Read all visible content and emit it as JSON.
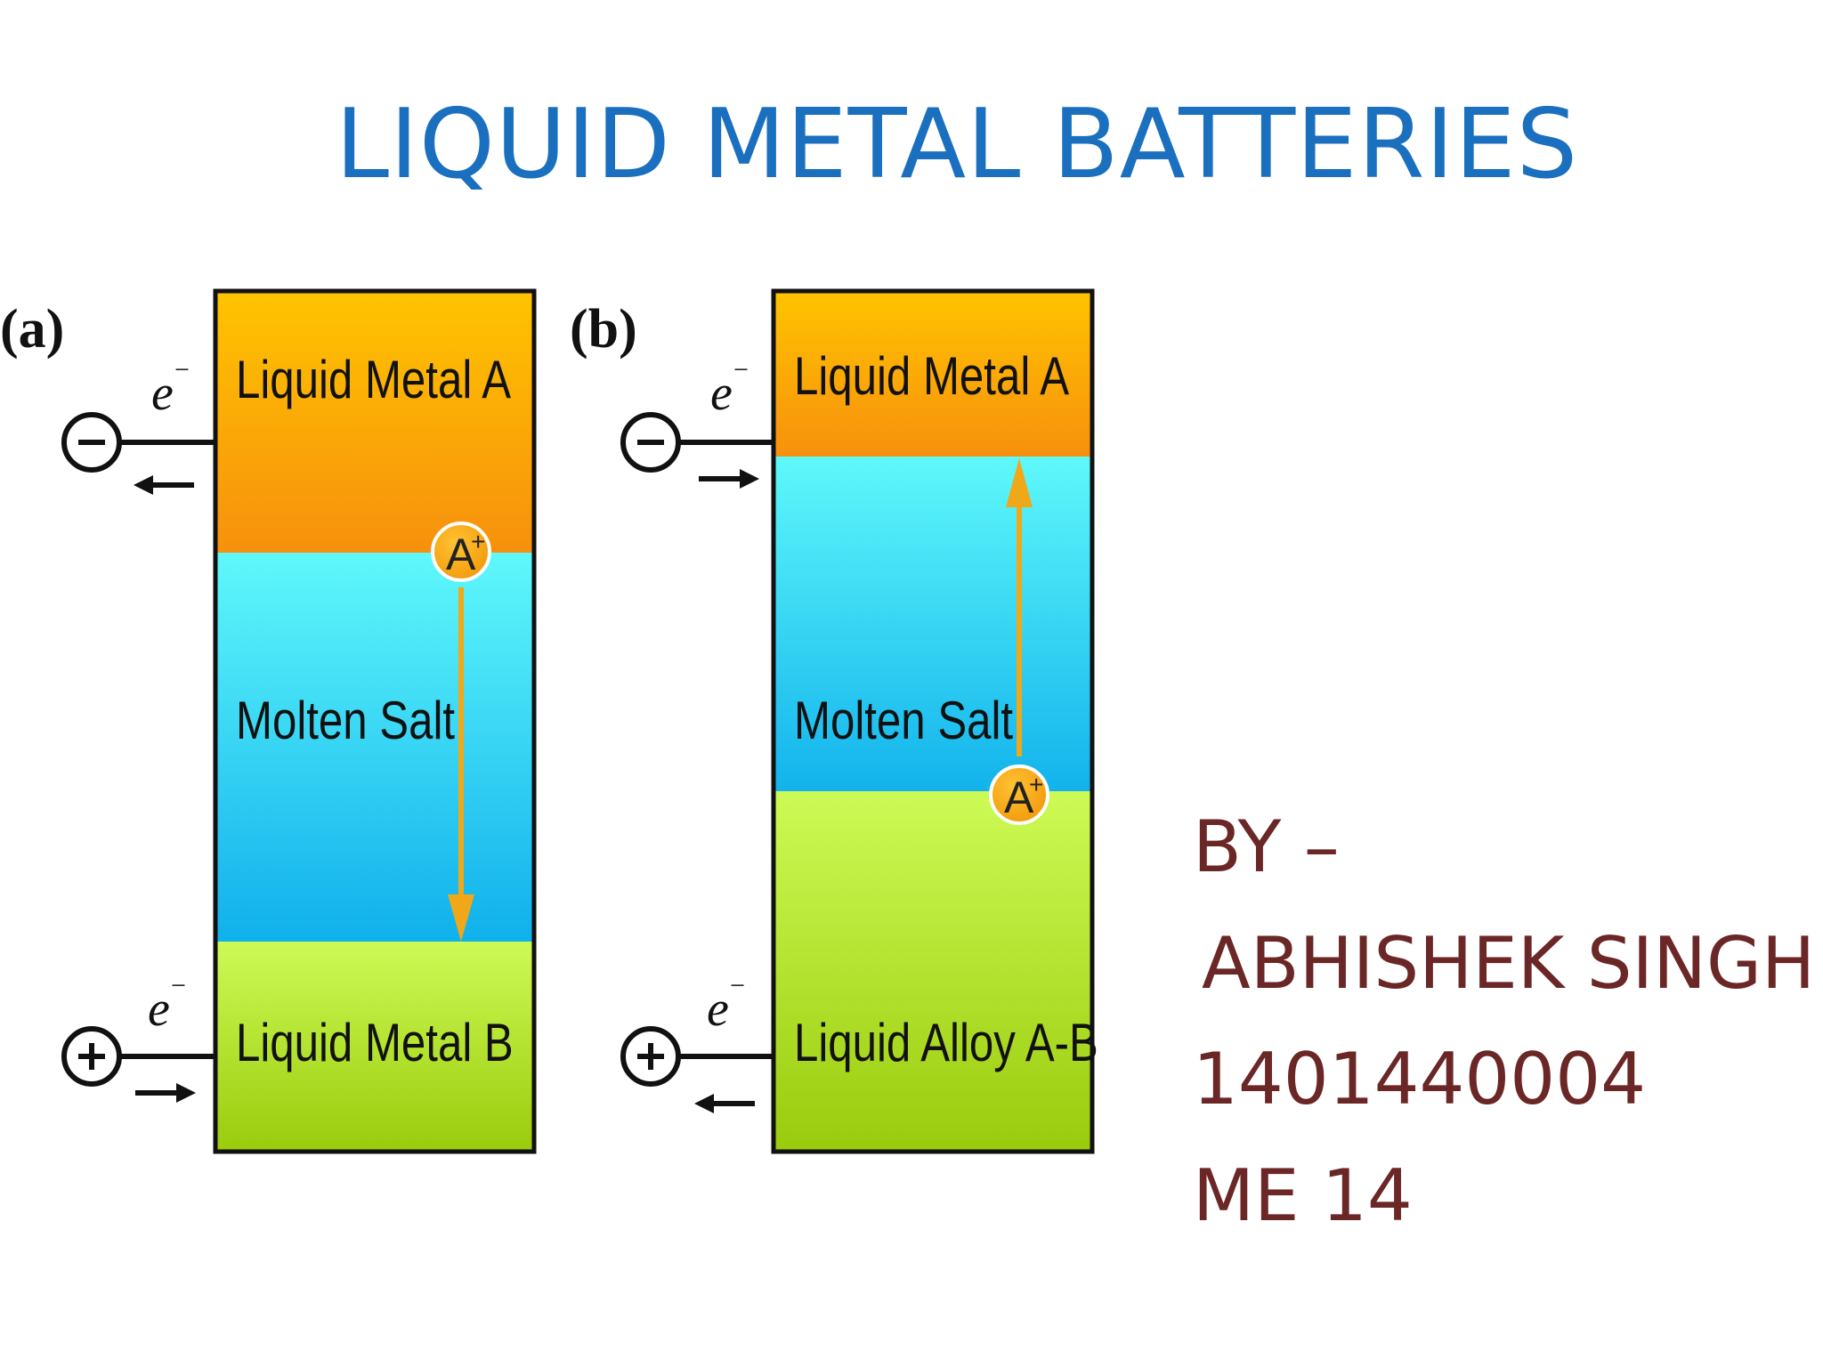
{
  "slide": {
    "title": "LIQUID METAL BATTERIES"
  },
  "diagram": {
    "panel_a": {
      "label": "(a)",
      "layers": [
        "Liquid Metal A",
        "Molten Salt",
        "Liquid Metal B"
      ],
      "ion": "A",
      "ion_charge": "+",
      "electron_top": "e",
      "electron_bottom": "e",
      "electron_charge": "−",
      "negative_terminal": "−",
      "positive_terminal": "+",
      "ion_direction": "down"
    },
    "panel_b": {
      "label": "(b)",
      "layers": [
        "Liquid Metal A",
        "Molten Salt",
        "Liquid Alloy A-B"
      ],
      "ion": "A",
      "ion_charge": "+",
      "electron_top": "e",
      "electron_bottom": "e",
      "electron_charge": "−",
      "negative_terminal": "−",
      "positive_terminal": "+",
      "ion_direction": "up"
    },
    "colors": {
      "metal_top": "#f7a10c",
      "salt": "#2ec6f0",
      "metal_bottom": "#a8d81c",
      "ion_fill": "#f9a91a",
      "arrow": "#f0a818"
    }
  },
  "author": {
    "by": "BY –",
    "name": "ABHISHEK SINGH",
    "roll": "1401440004",
    "class": "ME 14"
  }
}
